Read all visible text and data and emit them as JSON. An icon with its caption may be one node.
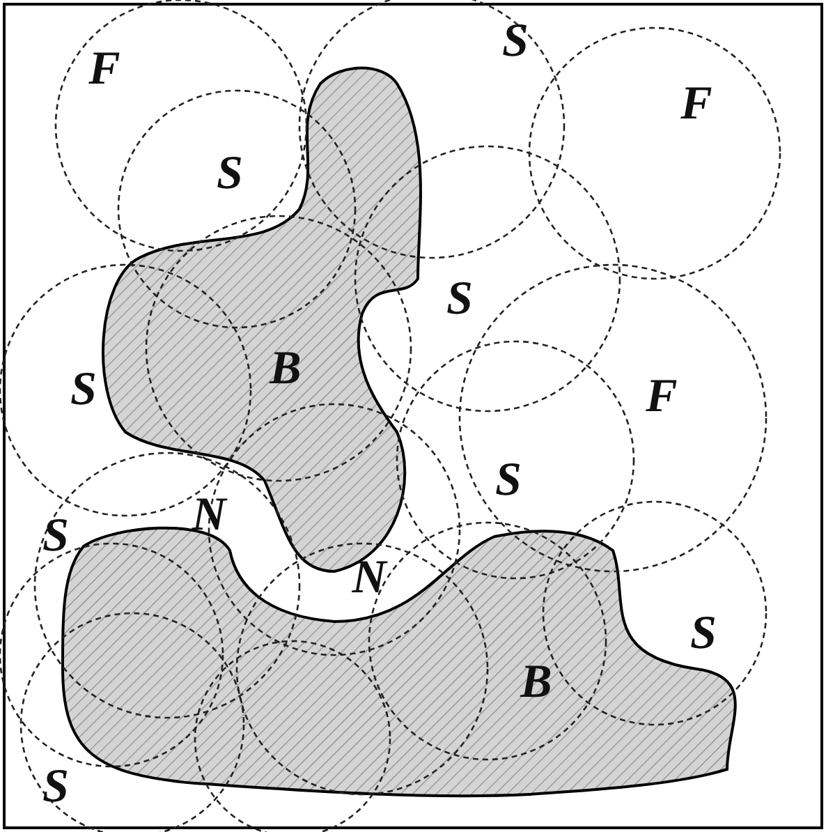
{
  "diagram": {
    "labels": [
      "S",
      "F",
      "F",
      "S",
      "S",
      "B",
      "S",
      "F",
      "S",
      "N",
      "S",
      "N",
      "S",
      "B",
      "S"
    ]
  }
}
